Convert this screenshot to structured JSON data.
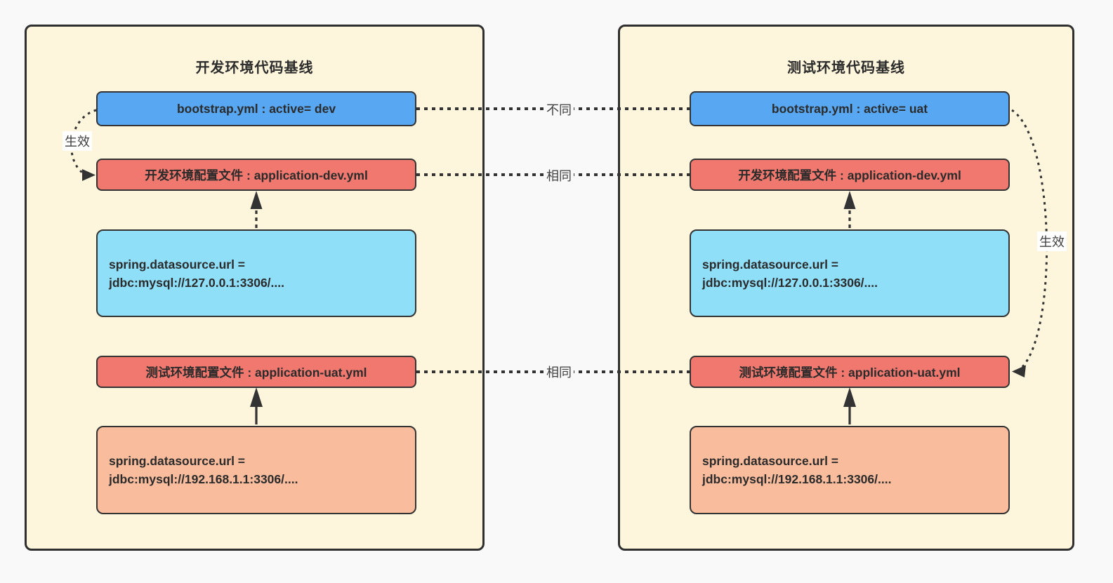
{
  "panels": [
    {
      "title": "开发环境代码基线",
      "boxes": {
        "bootstrap": "bootstrap.yml : active= dev",
        "dev_config": "开发环境配置文件 : application-dev.yml",
        "dev_datasource_line1": "spring.datasource.url =",
        "dev_datasource_line2": "jdbc:mysql://127.0.0.1:3306/....",
        "uat_config": "测试环境配置文件 : application-uat.yml",
        "uat_datasource_line1": "spring.datasource.url =",
        "uat_datasource_line2": "jdbc:mysql://192.168.1.1:3306/...."
      },
      "effect_label": "生效"
    },
    {
      "title": "测试环境代码基线",
      "boxes": {
        "bootstrap": "bootstrap.yml : active= uat",
        "dev_config": "开发环境配置文件 : application-dev.yml",
        "dev_datasource_line1": "spring.datasource.url =",
        "dev_datasource_line2": "jdbc:mysql://127.0.0.1:3306/....",
        "uat_config": "测试环境配置文件 : application-uat.yml",
        "uat_datasource_line1": "spring.datasource.url =",
        "uat_datasource_line2": "jdbc:mysql://192.168.1.1:3306/...."
      },
      "effect_label": "生效"
    }
  ],
  "relation_labels": {
    "bootstrap_compare": "不同",
    "dev_config_compare": "相同",
    "uat_config_compare": "相同"
  },
  "colors": {
    "page_bg": "#F9F9FA",
    "panel_bg": "#FDF6DC",
    "panel_border": "#2F2F2F",
    "bootstrap_box": "#57A7F2",
    "config_box": "#F0786E",
    "dev_datasource_box": "#90DFF8",
    "uat_datasource_box": "#F9BD9D",
    "connector": "#333333",
    "text": "#2B2B2B"
  }
}
